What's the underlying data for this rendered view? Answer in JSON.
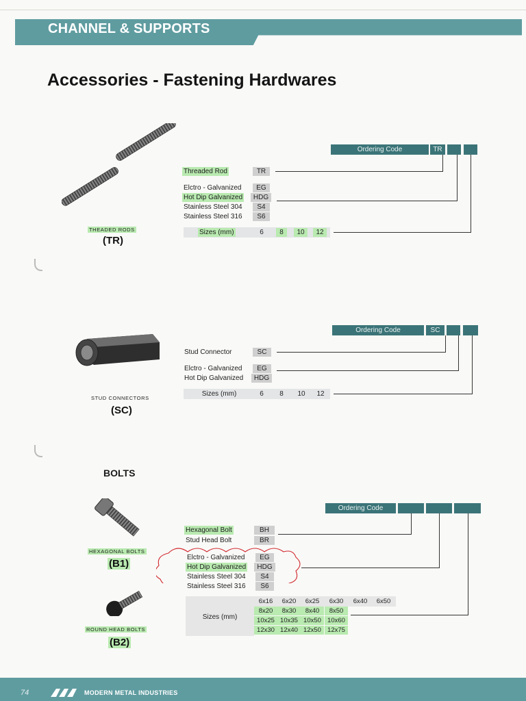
{
  "header": {
    "banner": "CHANNEL & SUPPORTS",
    "title": "Accessories - Fastening  Hardwares"
  },
  "ordering_code_label": "Ordering Code",
  "rods": {
    "caption": "THEADED RODS",
    "code_caption": "(TR)",
    "code_box": "TR",
    "product": {
      "label": "Threaded Rod",
      "code": "TR"
    },
    "finishes": [
      {
        "label": "Elctro - Galvanized",
        "code": "EG"
      },
      {
        "label": "Hot Dip Galvanized",
        "code": "HDG"
      },
      {
        "label": "Stainless Steel 304",
        "code": "S4"
      },
      {
        "label": "Stainless Steel 316",
        "code": "S6"
      }
    ],
    "sizes_label": "Sizes (mm)",
    "sizes": [
      "6",
      "8",
      "10",
      "12"
    ]
  },
  "stud": {
    "caption": "STUD CONNECTORS",
    "code_caption": "(SC)",
    "code_box": "SC",
    "product": {
      "label": "Stud Connector",
      "code": "SC"
    },
    "finishes": [
      {
        "label": "Elctro - Galvanized",
        "code": "EG"
      },
      {
        "label": "Hot Dip Galvanized",
        "code": "HDG"
      }
    ],
    "sizes_label": "Sizes (mm)",
    "sizes": [
      "6",
      "8",
      "10",
      "12"
    ]
  },
  "bolts": {
    "heading": "BOLTS",
    "hex_caption": "HEXAGONAL BOLTS",
    "hex_code": "(B1)",
    "round_caption": "ROUND HEAD BOLTS",
    "round_code": "(B2)",
    "products": [
      {
        "label": "Hexagonal Bolt",
        "code": "BH"
      },
      {
        "label": "Stud Head Bolt",
        "code": "BR"
      }
    ],
    "finishes": [
      {
        "label": "Elctro - Galvanized",
        "code": "EG"
      },
      {
        "label": "Hot Dip Galvanized",
        "code": "HDG"
      },
      {
        "label": "Stainless Steel 304",
        "code": "S4"
      },
      {
        "label": "Stainless Steel 316",
        "code": "S6"
      }
    ],
    "sizes_label": "Sizes (mm)",
    "size_rows": [
      [
        "6x16",
        "6x20",
        "6x25",
        "6x30",
        "6x40",
        "6x50"
      ],
      [
        "8x20",
        "8x30",
        "8x40",
        "8x50"
      ],
      [
        "10x25",
        "10x35",
        "10x50",
        "10x60"
      ],
      [
        "12x30",
        "12x40",
        "12x50",
        "12x75"
      ]
    ]
  },
  "footer": {
    "page": "74",
    "company": "MODERN METAL INDUSTRIES"
  }
}
